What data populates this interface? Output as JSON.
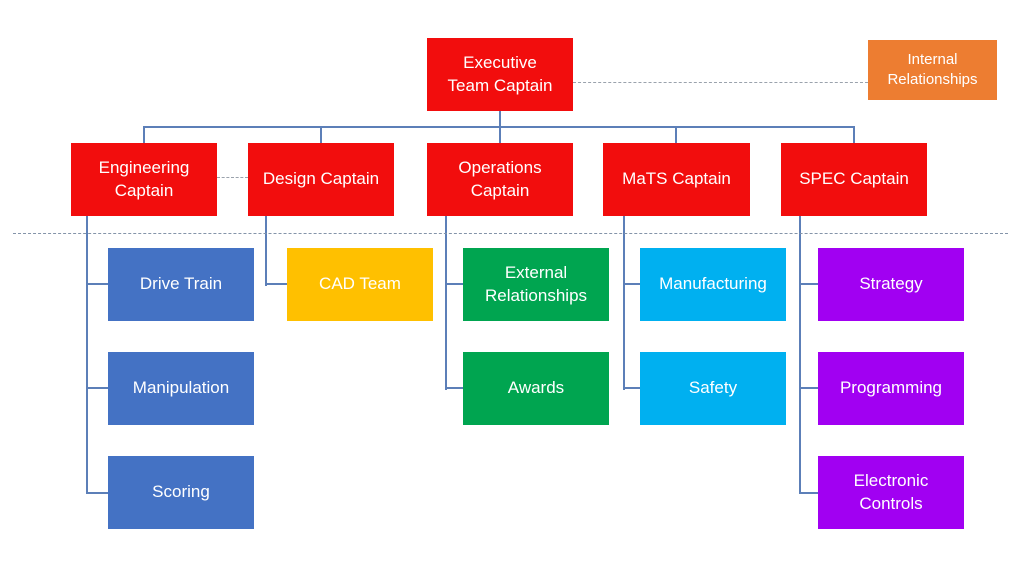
{
  "colors": {
    "red": "#F20D0D",
    "orange": "#ED7D31",
    "blue": "#4472C4",
    "yellow": "#FFC000",
    "green": "#00A550",
    "cyan": "#00B0F0",
    "purple": "#A100F2",
    "connector": "#5C7FB8",
    "dotted_gray": "#9AA2AC",
    "separator": "#8494A9",
    "text": "#FFFFFF"
  },
  "chart": {
    "type": "org-chart",
    "root": {
      "label": "Executive\nTeam Captain"
    },
    "annotation": {
      "label": "Internal Relationships"
    },
    "captains": [
      {
        "label": "Engineering Captain",
        "children": [
          "Drive Train",
          "Manipulation",
          "Scoring"
        ]
      },
      {
        "label": "Design Captain",
        "children": [
          "CAD Team"
        ]
      },
      {
        "label": "Operations Captain",
        "children": [
          "External Relationships",
          "Awards"
        ]
      },
      {
        "label": "MaTS Captain",
        "children": [
          "Manufacturing",
          "Safety"
        ]
      },
      {
        "label": "SPEC Captain",
        "children": [
          "Strategy",
          "Programming",
          "Electronic Controls"
        ]
      }
    ],
    "dashed_links": [
      {
        "from": "Executive Team Captain",
        "to": "Internal Relationships",
        "style": "dotted"
      },
      {
        "from": "Engineering Captain",
        "to": "Design Captain",
        "style": "dashed"
      },
      {
        "note": "full-width horizontal dashed divider below captain row",
        "style": "dashed"
      }
    ]
  }
}
